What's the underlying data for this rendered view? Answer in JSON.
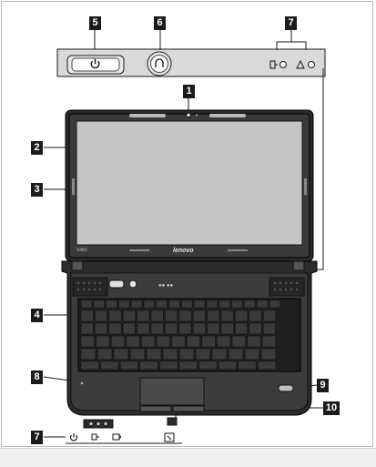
{
  "callouts": [
    {
      "id": "5",
      "label": "5"
    },
    {
      "id": "6",
      "label": "6"
    },
    {
      "id": "7a",
      "label": "7"
    },
    {
      "id": "1",
      "label": "1"
    },
    {
      "id": "2",
      "label": "2"
    },
    {
      "id": "3",
      "label": "3"
    },
    {
      "id": "4",
      "label": "4"
    },
    {
      "id": "8",
      "label": "8"
    },
    {
      "id": "9",
      "label": "9"
    },
    {
      "id": "10",
      "label": "10"
    },
    {
      "id": "7b",
      "label": "7"
    }
  ],
  "laptop": {
    "brand": "lenovo",
    "model": "S460"
  },
  "colors": {
    "callout_bg": "#1b1b1b",
    "callout_text": "#ffffff",
    "panel_bg": "#d8d8d8",
    "screen": "#c4c4c4",
    "line": "#1a1a1a"
  },
  "icons": [
    "power-icon",
    "novo-button-icon",
    "ac-adapter-icon",
    "battery-warning-icon",
    "camera-icon",
    "fingerprint-icon",
    "wireless-icon",
    "hdd-icon"
  ]
}
